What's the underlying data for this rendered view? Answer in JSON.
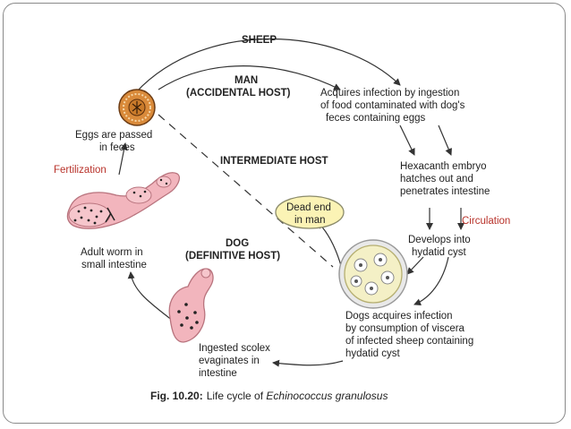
{
  "labels": {
    "sheep": "SHEEP",
    "man_1": "MAN",
    "man_2": "(ACCIDENTAL HOST)",
    "acquire_1": "Acquires infection by ingestion",
    "acquire_2": "of food contaminated with dog's",
    "acquire_3": "feces containing eggs",
    "eggs_1": "Eggs are passed",
    "eggs_2": "in feces",
    "fertilization": "Fertilization",
    "intermediate": "INTERMEDIATE HOST",
    "hexa_1": "Hexacanth embryo",
    "hexa_2": "hatches out and",
    "hexa_3": "penetrates intestine",
    "deadend_1": "Dead end",
    "deadend_2": "in man",
    "circulation": "Circulation",
    "develops_1": "Develops into",
    "develops_2": "hydatid cyst",
    "dog_1": "DOG",
    "dog_2": "(DEFINITIVE HOST)",
    "adult_1": "Adult worm in",
    "adult_2": "small intestine",
    "dogs_1": "Dogs acquires infection",
    "dogs_2": "by consumption of viscera",
    "dogs_3": "of infected sheep containing",
    "dogs_4": "hydatid cyst",
    "scolex_1": "Ingested scolex",
    "scolex_2": "evaginates in",
    "scolex_3": "intestine"
  },
  "caption": {
    "prefix": "Fig. 10.20:",
    "text": "Life cycle of ",
    "species": "Echinococcus granulosus"
  },
  "colors": {
    "egg_fill": "#d98a3a",
    "worm_fill": "#f2b5bd",
    "cyst_fill": "#f4f0c6",
    "dead_end_fill": "#fbf3b5",
    "accent_red": "#b8322a"
  }
}
